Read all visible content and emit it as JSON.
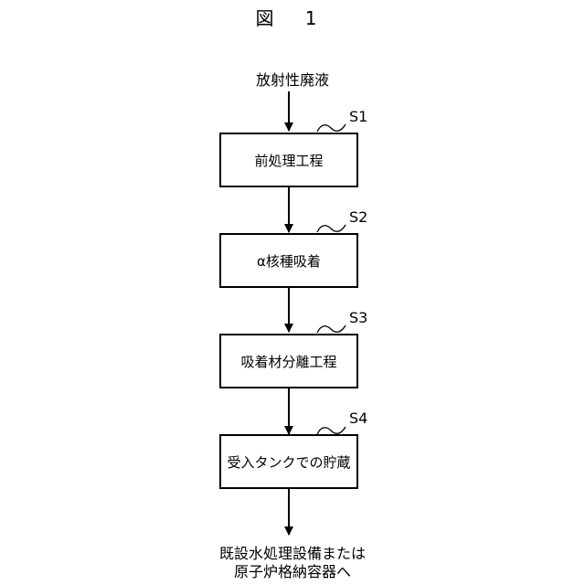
{
  "figure": {
    "title": "図 1"
  },
  "flow": {
    "input": "放射性廃液",
    "steps": [
      {
        "id": "S1",
        "label": "前処理工程"
      },
      {
        "id": "S2",
        "label": "α核種吸着"
      },
      {
        "id": "S3",
        "label": "吸着材分離工程"
      },
      {
        "id": "S4",
        "label": "受入タンクでの貯蔵"
      }
    ],
    "output_line1": "既設水処理設備または",
    "output_line2": "原子炉格納容器へ"
  }
}
